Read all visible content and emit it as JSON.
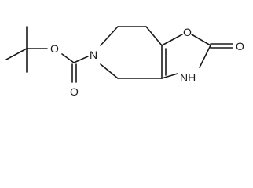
{
  "molecule": {
    "atom_labels": {
      "ring_oxygen": "O",
      "carbonyl_oxygen_right": "O",
      "ester_oxygen": "O",
      "carbonyl_oxygen_bottom": "O",
      "ring_nitrogen": "N",
      "amide_nh": "NH"
    }
  },
  "colors": {
    "bond": "#1a1a1a",
    "background": "#ffffff"
  }
}
